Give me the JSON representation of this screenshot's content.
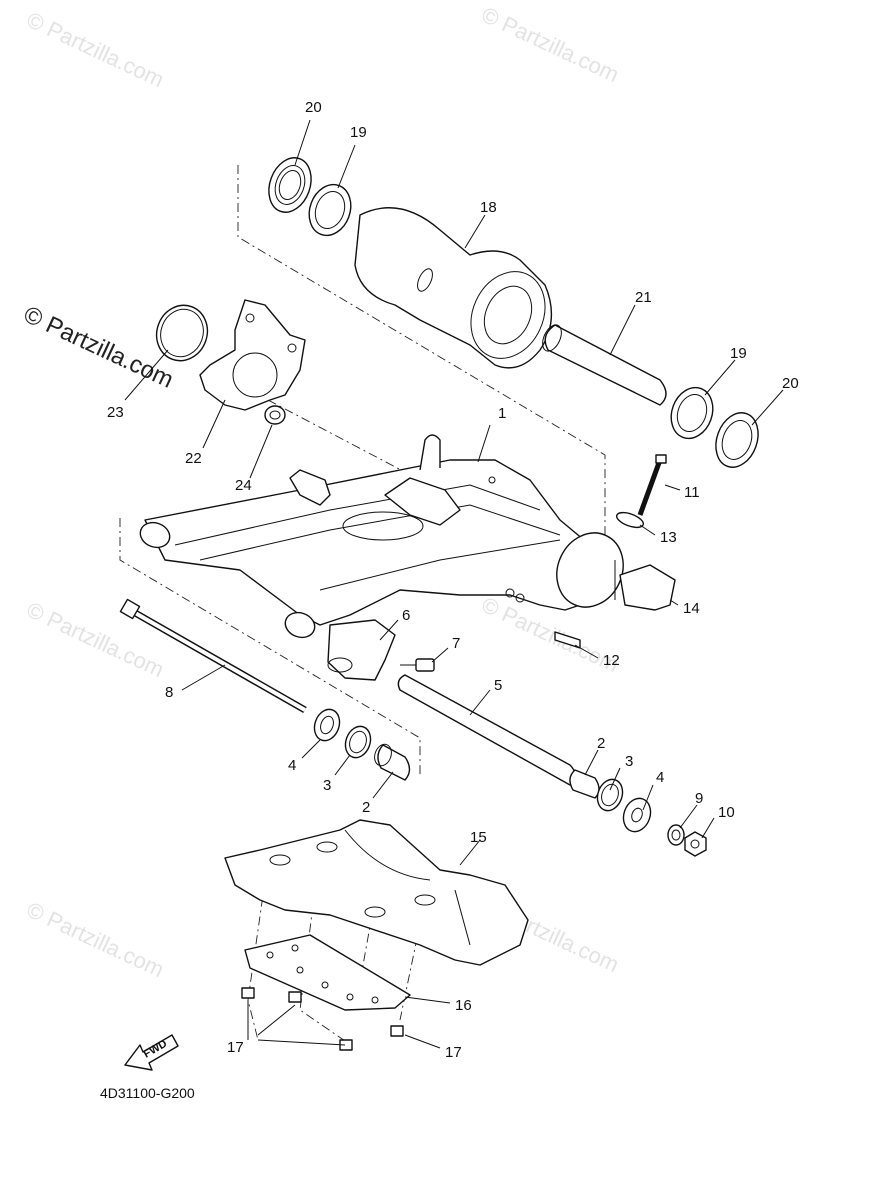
{
  "watermark": {
    "text": "© Partzilla.com",
    "main_text": "© Partzilla.com"
  },
  "diagram_code": "4D31100-G200",
  "fwd_label": "FWD",
  "callouts": {
    "c1": "1",
    "c2a": "2",
    "c2b": "2",
    "c3a": "3",
    "c3b": "3",
    "c4a": "4",
    "c4b": "4",
    "c5": "5",
    "c6": "6",
    "c7": "7",
    "c8": "8",
    "c9": "9",
    "c10": "10",
    "c11": "11",
    "c12": "12",
    "c13": "13",
    "c14": "14",
    "c15": "15",
    "c16": "16",
    "c17a": "17",
    "c17b": "17",
    "c18": "18",
    "c19a": "19",
    "c19b": "19",
    "c20a": "20",
    "c20b": "20",
    "c21": "21",
    "c22": "22",
    "c23": "23",
    "c24": "24"
  }
}
